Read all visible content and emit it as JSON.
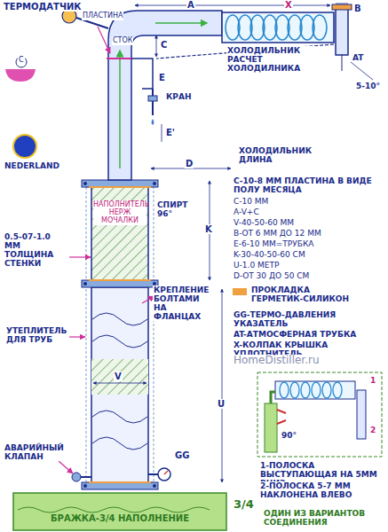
{
  "diagram": {
    "nodes": [
      {
        "text": [
          "НАПОЛНИТЕЛЬ НЕРЖ МОЧАЛКИ"
        ]
      },
      {
        "text": [
          "БРАЖКА-3/4 НАПОЛНЕНИЕ"
        ]
      }
    ],
    "labels": [
      "ТЕРМОДАТЧИК",
      "ПЛАСТИНА",
      "A",
      "X",
      "B",
      "С",
      "СТОК",
      "C",
      "E",
      "ХОЛОДИЛЬНИК РАСЧЕТ ХОЛОДИЛНИКА",
      "AT",
      "5-10°",
      "КРАН",
      "E'",
      "NEDERLAND",
      "D",
      "ХОЛОДИЛЬНИК ДЛИНА",
      "СПИРТ 96°",
      "C-10-8 ММ ПЛАСТИНА В ВИДЕ ПОЛУ МЕСЯЦА",
      "C-10 ММ",
      "A-V+C",
      "V-40-50-60 ММ",
      "B-ОТ 6 ММ ДО 12 ММ",
      "E-6-10 ММ=ТРУБКА",
      "K-30-40-50-60 СМ",
      "U-1.0 МЕТР",
      "D-ОТ 30 ДО 50 СМ",
      "K",
      "0.5-07-1.0 ММ ТОЛЩИНА СТЕНКИ",
      "КРЕПЛЕНИЕ БОЛТАМИ НА ФЛАНЦАХ",
      "УТЕПЛИТЕЛЬ ДЛЯ ТРУБ",
      "GG-ТЕРМО-ДАВЛЕНИЯ УКАЗАТЕЛЬ",
      "AT-АТМОСФЕРНАЯ ТРУБКА",
      "X-КОЛПАК КРЫШКА УПЛОТНИТЕЛЬ",
      "U",
      "V",
      "АВАРИЙНЫЙ КЛАПАН",
      "GG",
      "1",
      "2",
      "90°",
      "1-ПОЛОСКА ВЫСТУПАЮЩАЯ НА 5ММ ВНИЗ",
      "2-ПОЛОСКА 5-7 ММ НАКЛОНЕНА ВЛЕВО",
      "3/4",
      "ОДИН ИЗ ВАРИАНТОВ СОЕДИНЕНИЯ",
      "HomeDistiller.ru"
    ],
    "legend": [
      {
        "text": "ПРОКЛАДКА ГЕРМЕТИК-СИЛИКОН",
        "color": "#f0a040"
      }
    ]
  }
}
